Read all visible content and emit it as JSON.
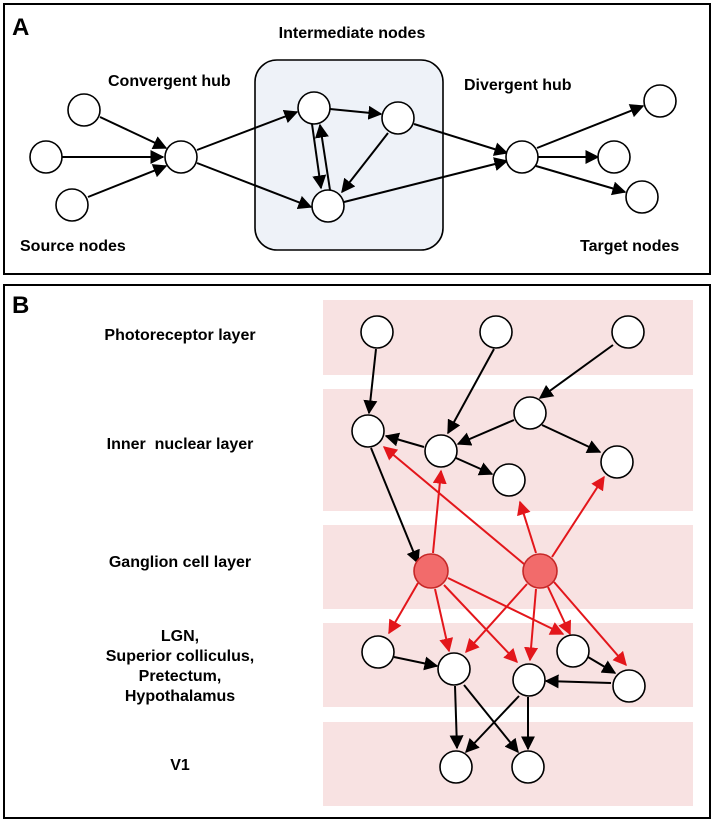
{
  "panel_a": {
    "letter": "A",
    "labels": {
      "intermediate": "Intermediate nodes",
      "convergent": "Convergent hub",
      "divergent": "Divergent hub",
      "source": "Source nodes",
      "target": "Target nodes"
    }
  },
  "panel_b": {
    "letter": "B",
    "layers": {
      "photoreceptor": "Photoreceptor layer",
      "inner": "Inner  nuclear layer",
      "ganglion": "Ganglion cell layer",
      "lgn_1": "LGN,",
      "lgn_2": "Superior colliculus,",
      "lgn_3": "Pretectum,",
      "lgn_4": "Hypothalamus",
      "v1": "V1"
    }
  },
  "colors": {
    "band": "#f8e2e2",
    "box": "#eef2f8",
    "ganglion_fill": "#f26b6b",
    "red_edge": "#e3161b"
  }
}
